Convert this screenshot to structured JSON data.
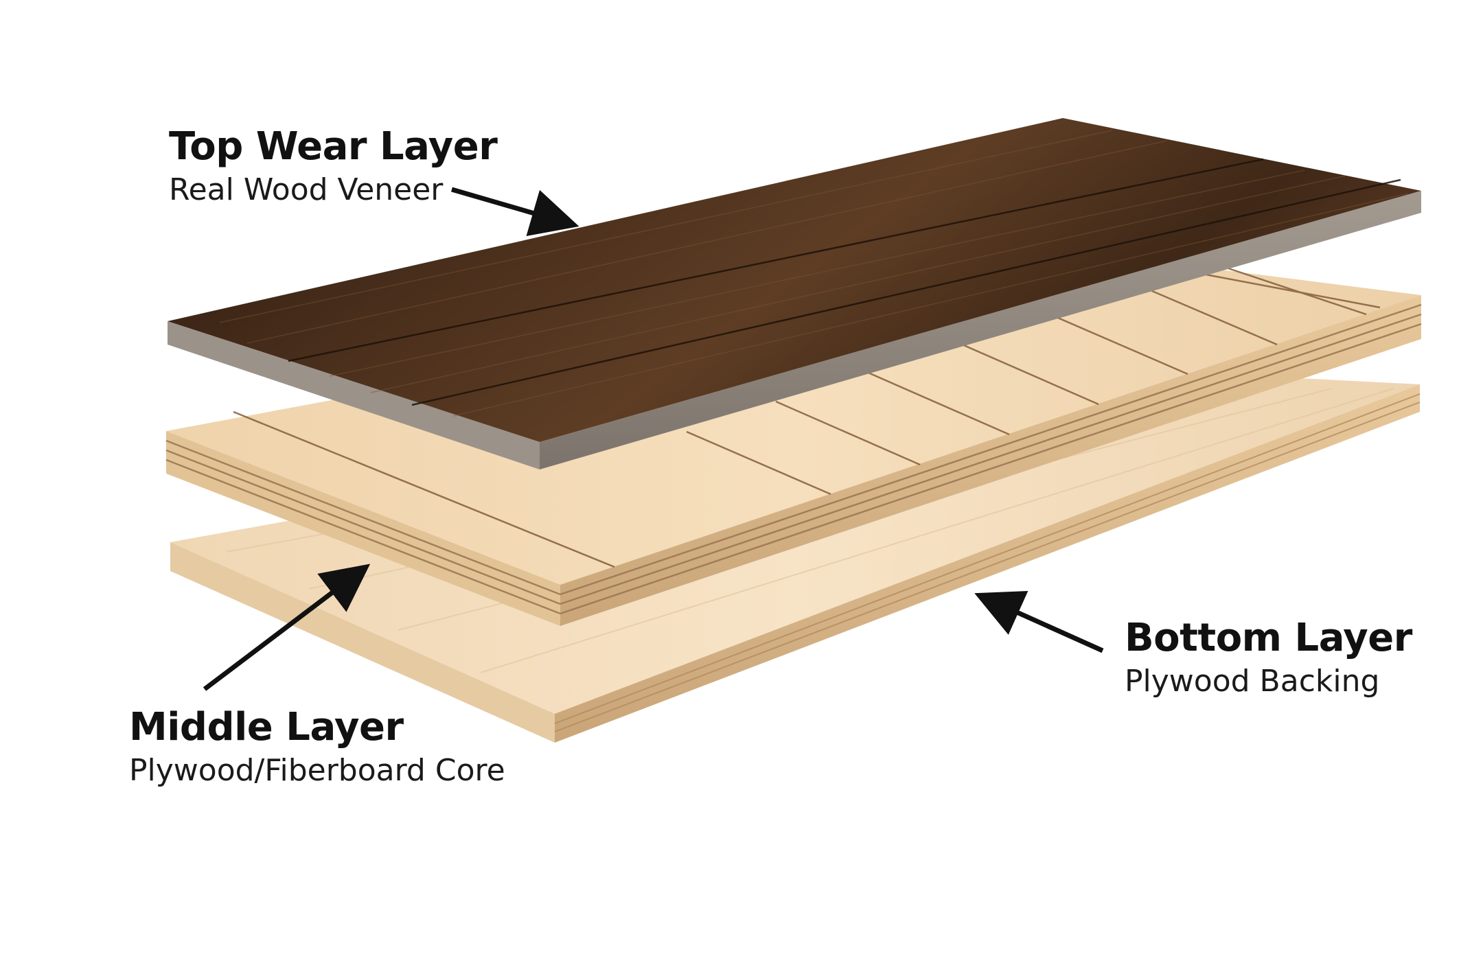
{
  "diagram": {
    "layers": [
      {
        "id": "top",
        "title": "Top Wear Layer",
        "subtitle": "Real Wood Veneer"
      },
      {
        "id": "middle",
        "title": "Middle Layer",
        "subtitle": "Plywood/Fiberboard Core"
      },
      {
        "id": "bottom",
        "title": "Bottom Layer",
        "subtitle": "Plywood Backing"
      }
    ]
  },
  "colors": {
    "veneer_dark": "#2e1c12",
    "veneer_mid": "#5a3a22",
    "veneer_edge": "#8f877f",
    "core_face": "#f0d6b0",
    "core_edge": "#d9b98e",
    "core_stripe": "#9a7550",
    "backing_face": "#f2dcbc",
    "backing_edge": "#e2c59c",
    "arrow": "#111111",
    "text": "#111111"
  }
}
